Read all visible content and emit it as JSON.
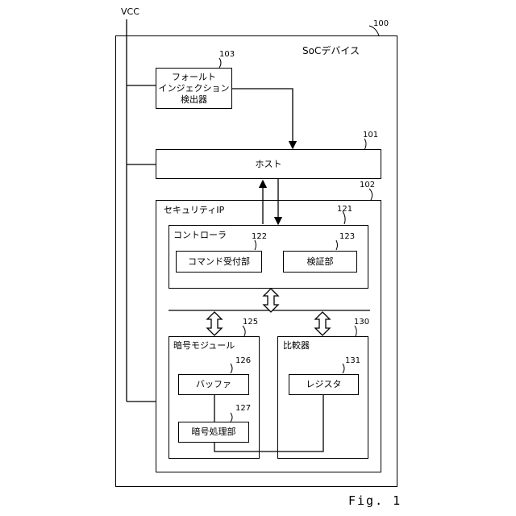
{
  "vcc_label": "VCC",
  "soc": {
    "title": "SoCデバイス",
    "ref": "100"
  },
  "fault_detector": {
    "label": "フォールト\nインジェクション\n検出器",
    "ref": "103"
  },
  "host": {
    "label": "ホスト",
    "ref": "101"
  },
  "security_ip": {
    "title": "セキュリティIP",
    "ref": "102"
  },
  "controller": {
    "title": "コントローラ",
    "ref": "121"
  },
  "command_receiver": {
    "label": "コマンド受付部",
    "ref": "122"
  },
  "verifier": {
    "label": "検証部",
    "ref": "123"
  },
  "crypto_module": {
    "title": "暗号モジュール",
    "ref": "125"
  },
  "buffer": {
    "label": "バッファ",
    "ref": "126"
  },
  "crypto_processor": {
    "label": "暗号処理部",
    "ref": "127"
  },
  "comparator": {
    "title": "比較器",
    "ref": "130"
  },
  "register": {
    "label": "レジスタ",
    "ref": "131"
  },
  "figure_caption": "Fig. 1"
}
